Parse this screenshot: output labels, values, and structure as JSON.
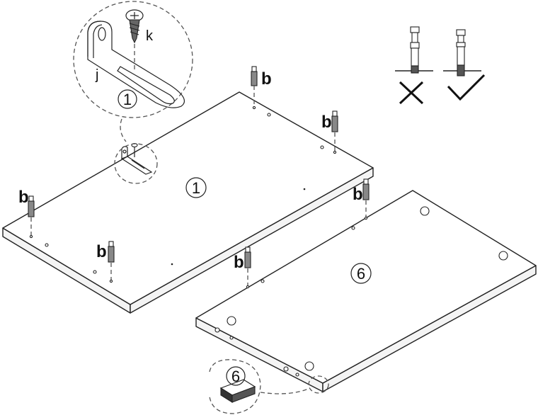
{
  "labels": {
    "dowel": "b",
    "bracket": "j",
    "screw": "k"
  },
  "step_numbers": {
    "panel_1": "1",
    "panel_6": "6",
    "detail_1": "1",
    "detail_6": "6"
  },
  "icons": {
    "wrong": "cross-icon",
    "right": "check-icon"
  }
}
